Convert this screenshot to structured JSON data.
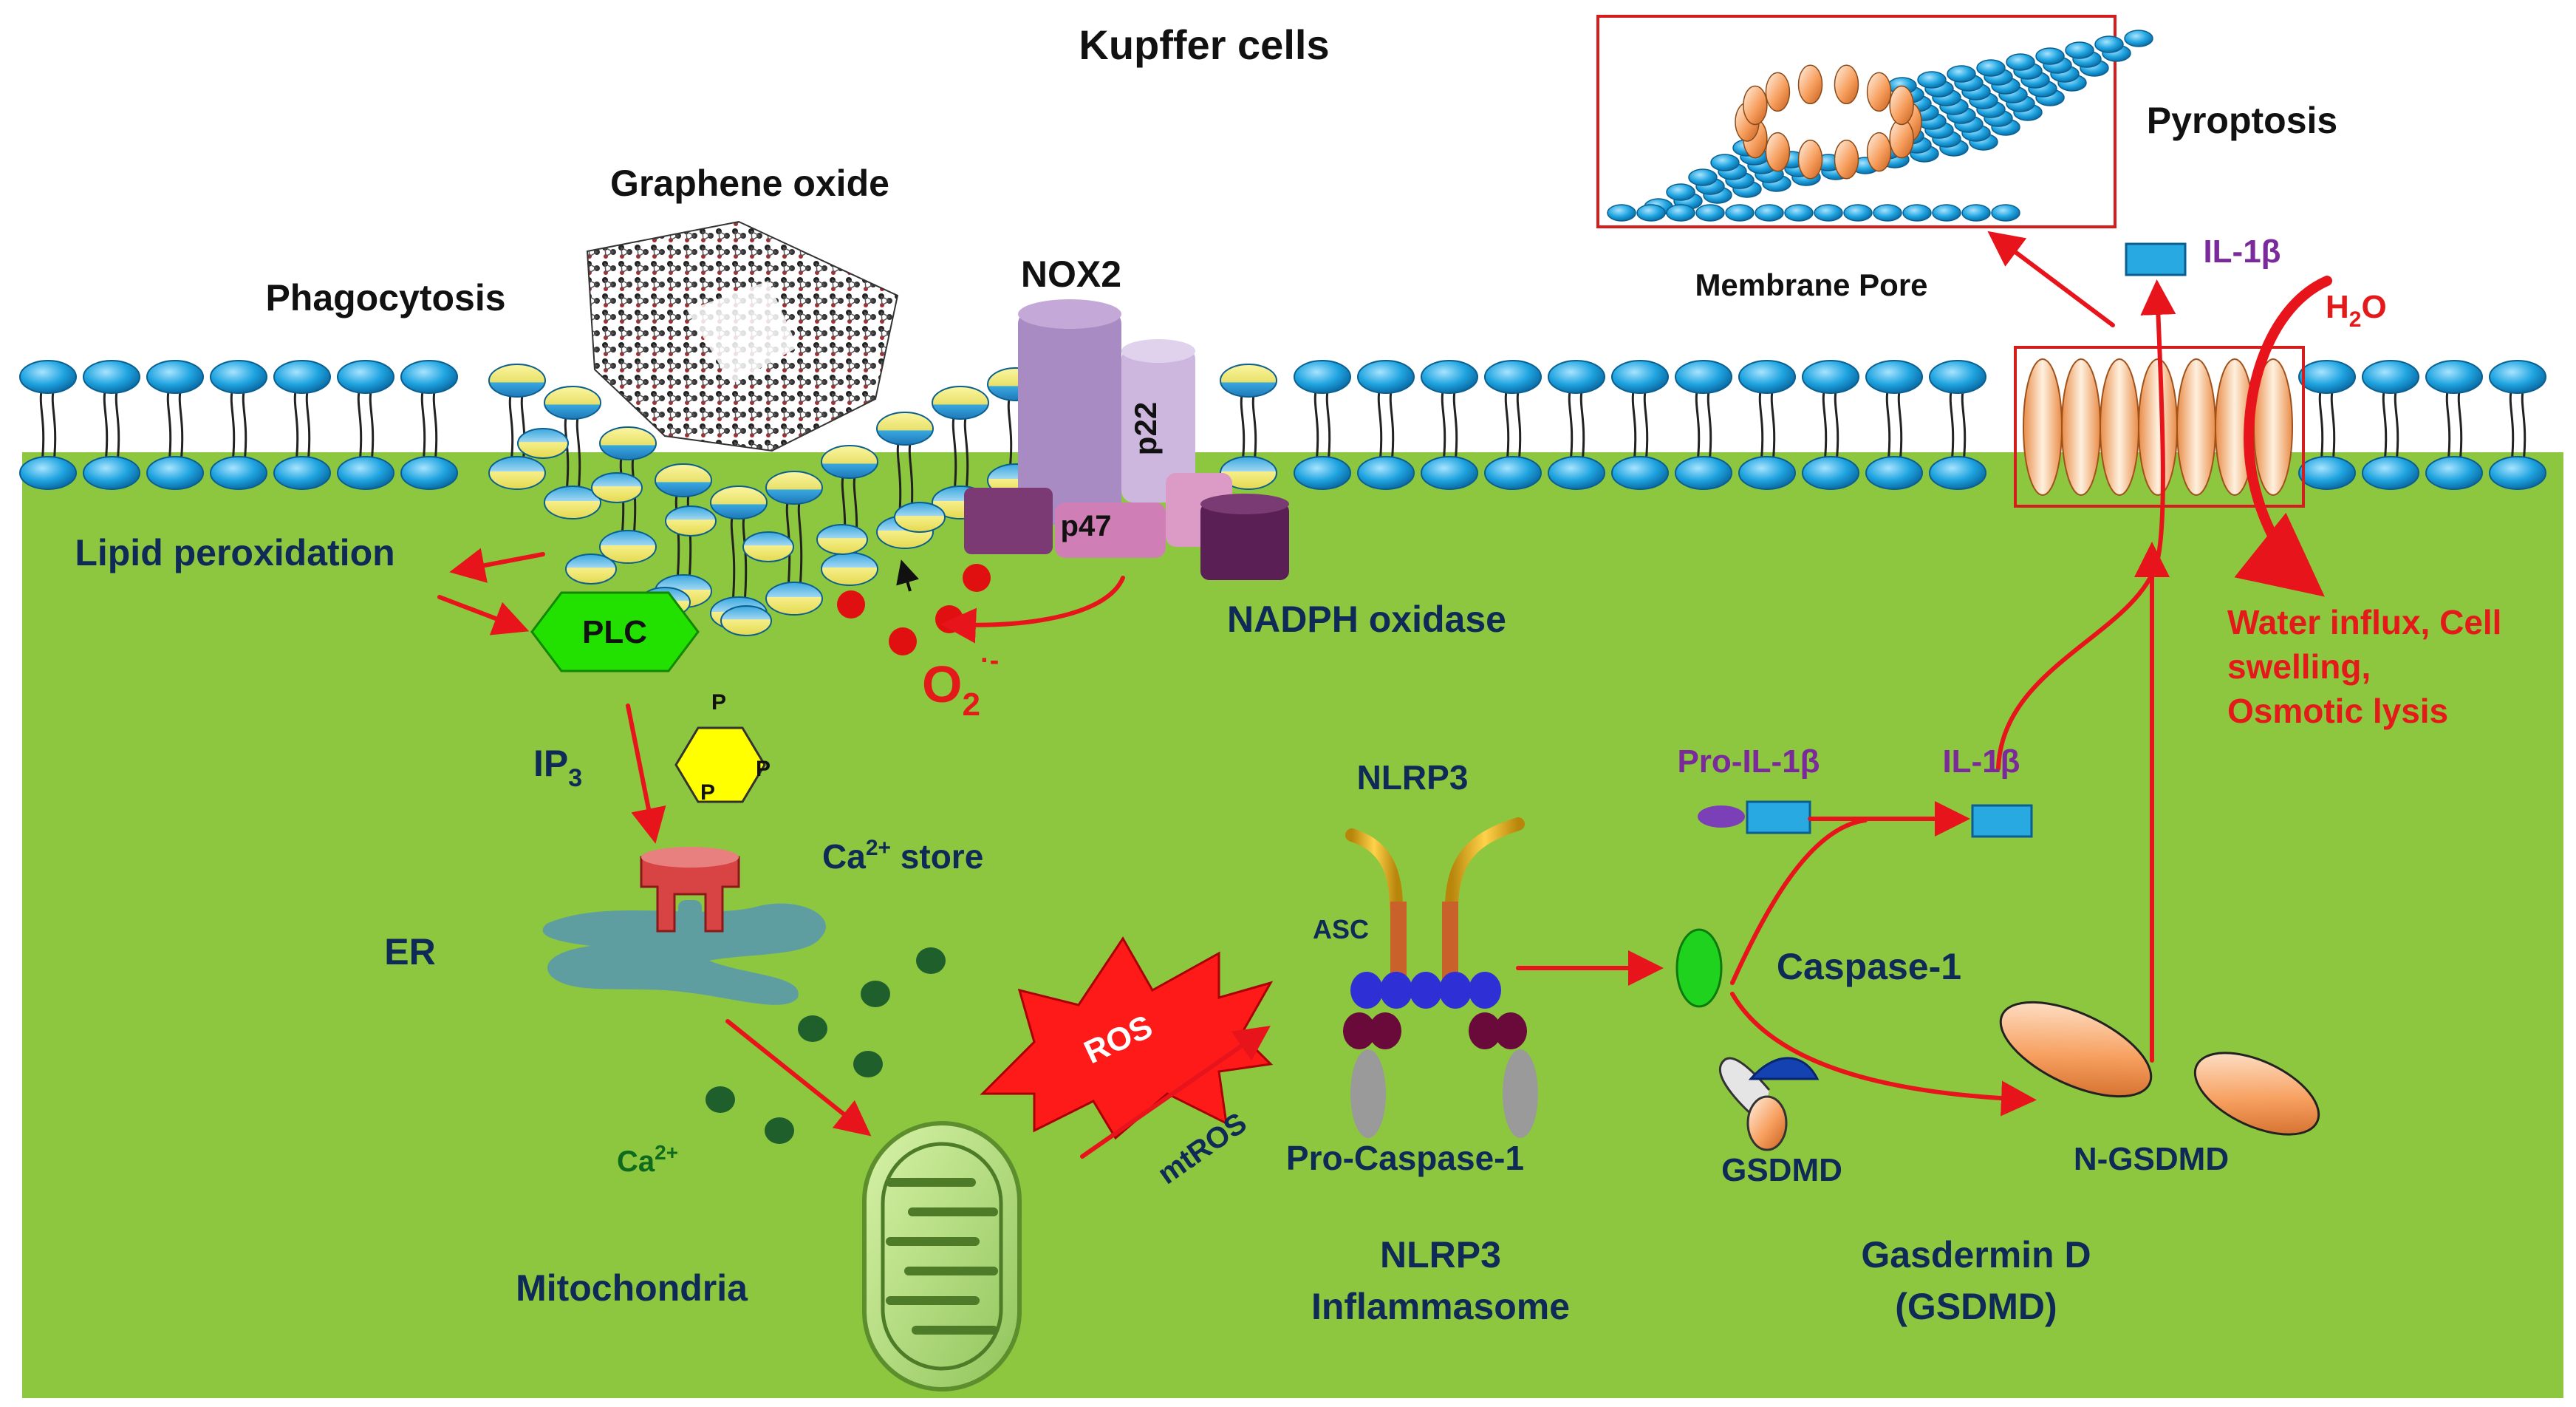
{
  "title": "Kupffer cells",
  "labels": {
    "graphene_oxide": "Graphene oxide",
    "phagocytosis": "Phagocytosis",
    "nox2": "NOX2",
    "p22": "p22",
    "p47": "p47",
    "nadph_oxidase": "NADPH oxidase",
    "superoxide_base": "O",
    "superoxide_sub": "2",
    "superoxide_sup": "·-",
    "lipid_peroxidation": "Lipid peroxidation",
    "plc": "PLC",
    "ip3_base": "IP",
    "ip3_sub": "3",
    "phosphate": "P",
    "er": "ER",
    "ca_store_base": "Ca",
    "ca_store_sup": "2+",
    "ca_store_rest": " store",
    "ca_base": "Ca",
    "ca_sup": "2+",
    "mitochondria": "Mitochondria",
    "ros": "ROS",
    "mtros": "mtROS",
    "nlrp3": "NLRP3",
    "asc": "ASC",
    "pro_caspase1": "Pro-Caspase-1",
    "nlrp3_inflammasome_1": "NLRP3",
    "nlrp3_inflammasome_2": "Inflammasome",
    "caspase1": "Caspase-1",
    "pro_il1b": "Pro-IL-1β",
    "il1b_inside": "IL-1β",
    "il1b_outside": "IL-1β",
    "gsdmd": "GSDMD",
    "n_gsdmd": "N-GSDMD",
    "gasdermin_1": "Gasdermin D",
    "gasdermin_2": "(GSDMD)",
    "pyroptosis": "Pyroptosis",
    "membrane_pore": "Membrane Pore",
    "water_base": "H",
    "water_sub": "2",
    "water_rest": "O",
    "water_influx_1": "Water influx, Cell",
    "water_influx_2": "swelling,",
    "water_influx_3": "Osmotic lysis"
  },
  "colors": {
    "cytoplasm": "#8dc63f",
    "lipid_head": "#29a9e1",
    "oxidized_head": "#f3ec74",
    "arrow": "#e8141b",
    "plc": "#22e000",
    "nox2_main": "#a98bc4",
    "p22": "#cdb7de",
    "p47": "#cf7fb6",
    "nadph_dark": "#5a1f55",
    "er": "#5f9ea0",
    "ca_ion": "#1f5f2c",
    "ros": "#ff1a1a",
    "caspase1": "#1ed21e",
    "gsdmd_pore": "#f7b07a"
  }
}
